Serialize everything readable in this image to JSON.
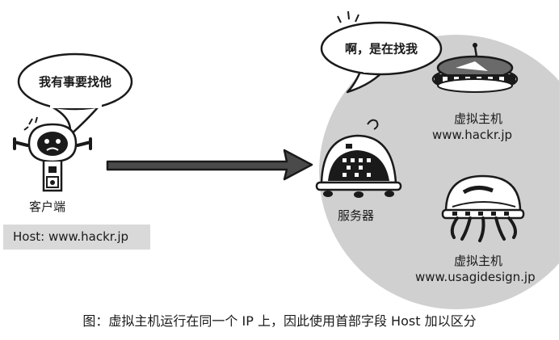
{
  "client": {
    "speech": "我有事要找他",
    "label": "客户端",
    "host_header": "Host: www.hackr.jp"
  },
  "server": {
    "speech": "啊，是在找我",
    "label": "服务器"
  },
  "virtual_hosts": [
    {
      "label": "虚拟主机",
      "domain": "www.hackr.jp"
    },
    {
      "label": "虚拟主机",
      "domain": "www.usagidesign.jp"
    }
  ],
  "caption": "图：虚拟主机运行在同一个 IP 上，因此使用首部字段 Host 加以区分"
}
